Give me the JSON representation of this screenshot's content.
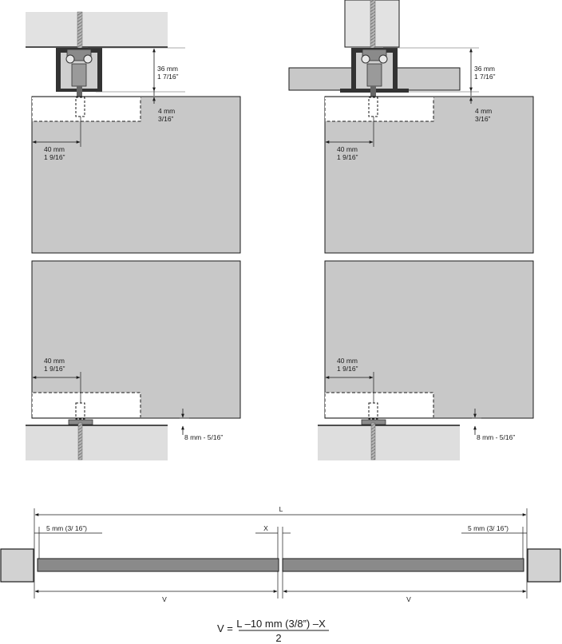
{
  "left_detail": {
    "top_dim_mm": "36 mm",
    "top_dim_in": "1 7/16”",
    "gap_mm": "4 mm",
    "gap_in": "3/16”",
    "top_offset_mm": "40 mm",
    "top_offset_in": "1 9/16”",
    "bottom_offset_mm": "40 mm",
    "bottom_offset_in": "1 9/16”",
    "floor_gap": "8 mm - 5/16”"
  },
  "right_detail": {
    "top_dim_mm": "36 mm",
    "top_dim_in": "1 7/16”",
    "gap_mm": "4 mm",
    "gap_in": "3/16”",
    "top_offset_mm": "40 mm",
    "top_offset_in": "1 9/16”",
    "bottom_offset_mm": "40 mm",
    "bottom_offset_in": "1 9/16”",
    "floor_gap": "8 mm - 5/16”"
  },
  "rail": {
    "total_label": "L",
    "left_clearance": "5 mm (3/ 16”)",
    "center_gap": "X",
    "right_clearance": "5 mm (3/ 16”)",
    "segment_left": "V",
    "segment_right": "V"
  },
  "formula": {
    "lhs": "V =",
    "numerator": "L –10 mm (3/8”) –X",
    "denominator": "2"
  },
  "colors": {
    "door": "#c8c8c8",
    "ceiling": "#e2e2e2",
    "floor": "#dedede",
    "track": "#333333",
    "rail": "#8a8a8a",
    "wall_block": "#d2d2d2"
  }
}
